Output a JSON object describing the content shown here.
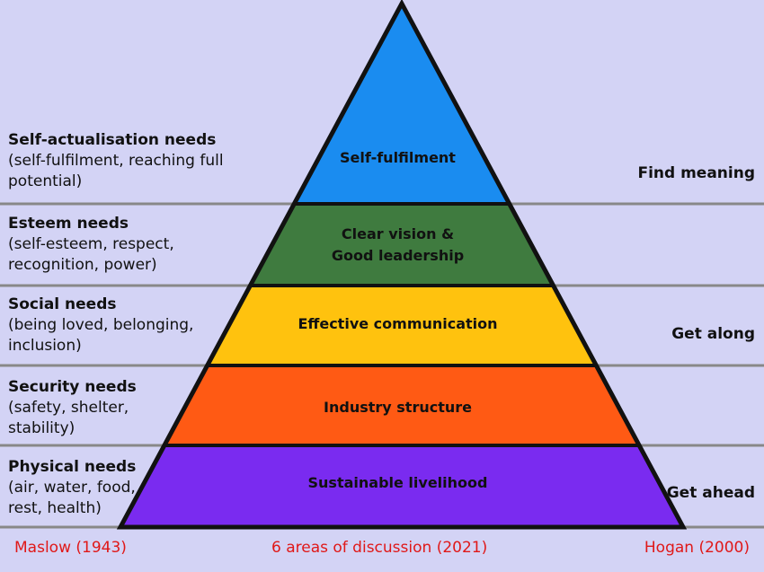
{
  "colors": {
    "background": "#d3d3f5",
    "divider": "#888888",
    "outline": "#111111",
    "source_text": "#e01818",
    "layer_1": "#1a8cf0",
    "layer_2": "#3f7b3f",
    "layer_3": "#ffc20e",
    "layer_4": "#ff5a14",
    "layer_5": "#7a2bf0"
  },
  "pyramid_layers": [
    {
      "label": "Self-fulfilment"
    },
    {
      "label": "Clear vision &\nGood leadership"
    },
    {
      "label": "Effective communication"
    },
    {
      "label": "Industry structure"
    },
    {
      "label": "Sustainable livelihood"
    }
  ],
  "maslow_needs": [
    {
      "title": "Self-actualisation needs",
      "detail": "(self-fulfilment, reaching full potential)"
    },
    {
      "title": "Esteem needs",
      "detail": "(self-esteem, respect, recognition, power)"
    },
    {
      "title": "Social needs",
      "detail": "(being loved, belonging, inclusion)"
    },
    {
      "title": "Security needs",
      "detail": "(safety, shelter, stability)"
    },
    {
      "title": "Physical needs",
      "detail": "(air, water, food, rest, health)"
    }
  ],
  "hogan_labels": [
    "Find meaning",
    "Get along",
    "Get ahead"
  ],
  "sources": {
    "left": "Maslow (1943)",
    "center": "6 areas of discussion (2021)",
    "right": "Hogan (2000)"
  }
}
